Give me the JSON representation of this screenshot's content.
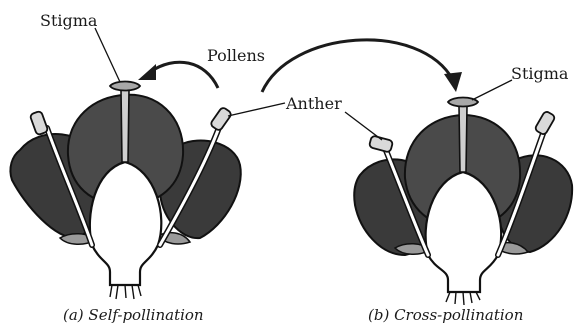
{
  "labels": {
    "stigma_a": "Stigma",
    "pollens": "Pollens",
    "anther": "Anther",
    "stigma_b": "Stigma"
  },
  "captions": {
    "a": "(a) Self-pollination",
    "b": "(b) Cross-pollination"
  }
}
